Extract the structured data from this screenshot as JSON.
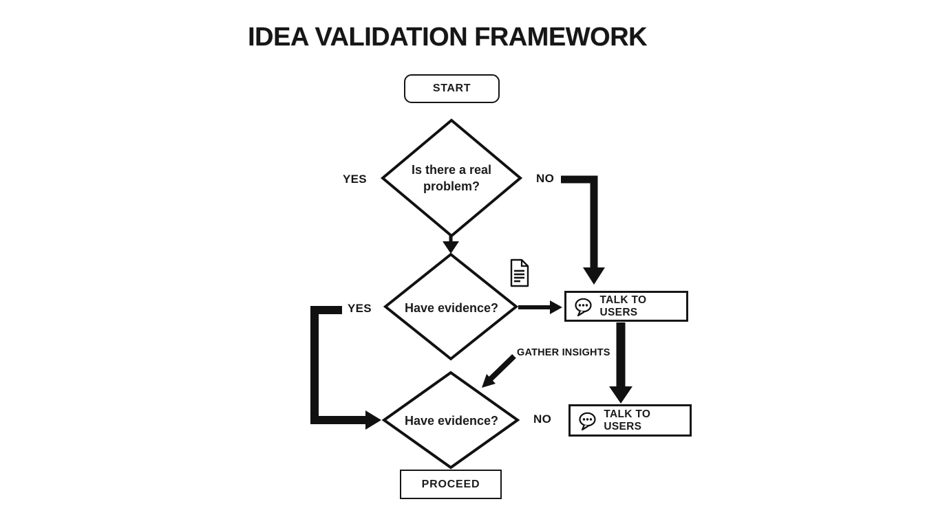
{
  "title": "IDEA VALIDATION FRAMEWORK",
  "nodes": {
    "start": {
      "label": "START",
      "type": "terminator"
    },
    "decision1": {
      "label": "Is there a real problem?",
      "type": "decision"
    },
    "decision2": {
      "label": "Have evidence?",
      "type": "decision"
    },
    "decision3": {
      "label": "Have evidence?",
      "type": "decision"
    },
    "talk1": {
      "label": "TALK TO USERS",
      "type": "process",
      "icon": "speech-bubble-icon"
    },
    "talk2": {
      "label": "TALK TO USERS",
      "type": "process",
      "icon": "speech-bubble-icon"
    },
    "proceed": {
      "label": "PROCEED",
      "type": "process"
    }
  },
  "edge_labels": {
    "yes1": "YES",
    "no1": "NO",
    "yes2": "YES",
    "no2": "NO",
    "gather": "GATHER INSIGHTS"
  },
  "icons": {
    "document": "document-icon",
    "speech": "speech-bubble-icon"
  },
  "colors": {
    "line": "#111111",
    "text": "#1a1a1a",
    "background": "#ffffff"
  }
}
